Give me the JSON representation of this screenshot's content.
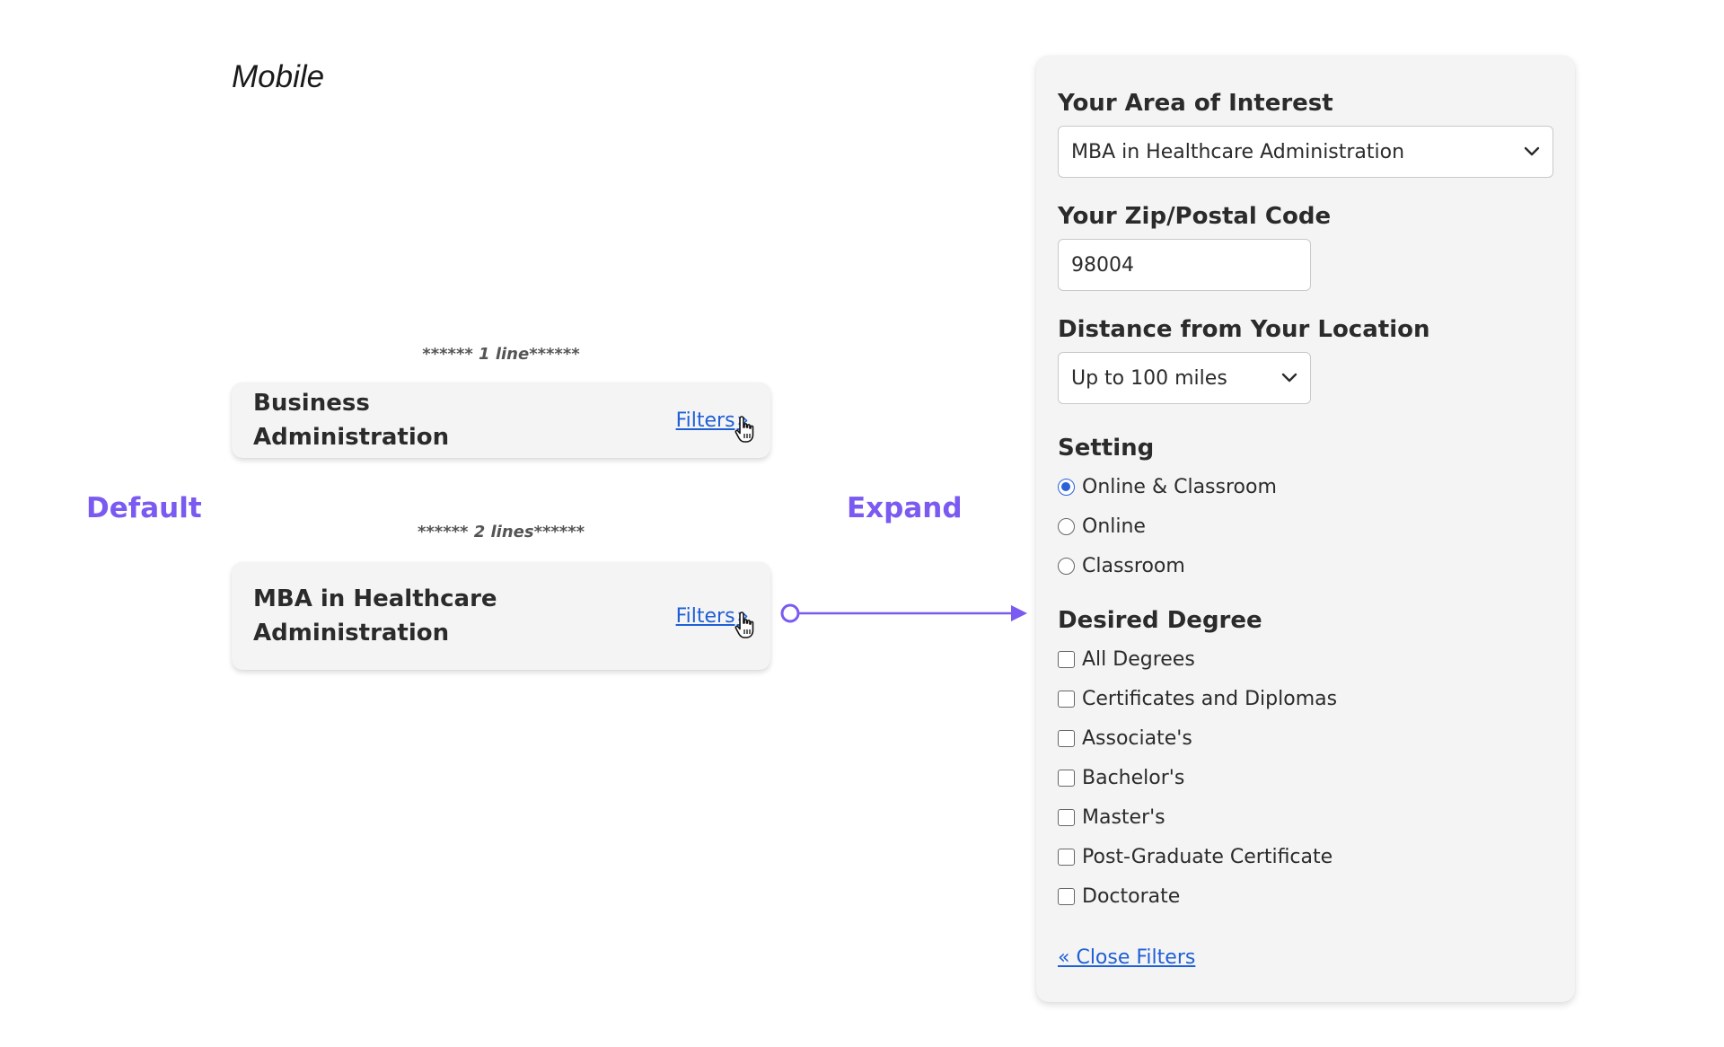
{
  "page": {
    "mobile_title": "Mobile",
    "default_label": "Default",
    "expand_label": "Expand"
  },
  "notes": {
    "one_line": "****** 1 line******",
    "two_lines": "****** 2 lines******"
  },
  "cards": [
    {
      "title": "Business Administration",
      "link": "Filters",
      "link_suffix": "»"
    },
    {
      "title": "MBA in Healthcare Administration",
      "link": "Filters",
      "link_suffix": "»"
    }
  ],
  "filters": {
    "area_label": "Your Area of Interest",
    "area_value": "MBA in Healthcare Administration",
    "zip_label": "Your Zip/Postal Code",
    "zip_value": "98004",
    "distance_label": "Distance from Your Location",
    "distance_value": "Up to 100 miles",
    "setting_label": "Setting",
    "setting_options": [
      {
        "label": "Online & Classroom",
        "selected": true
      },
      {
        "label": "Online",
        "selected": false
      },
      {
        "label": "Classroom",
        "selected": false
      }
    ],
    "degree_label": "Desired Degree",
    "degree_options": [
      "All Degrees",
      "Certificates and Diplomas",
      "Associate's",
      "Bachelor's",
      "Master's",
      "Post-Graduate Certificate",
      "Doctorate"
    ],
    "close_link": "« Close Filters"
  },
  "colors": {
    "accent_purple": "#7a5af0",
    "link_blue": "#1f5fd6",
    "radio_blue": "#2a62d8",
    "card_bg": "#f4f4f4"
  },
  "icons": {
    "cursor": "hand-pointer-icon",
    "chevron": "chevron-down-icon"
  }
}
